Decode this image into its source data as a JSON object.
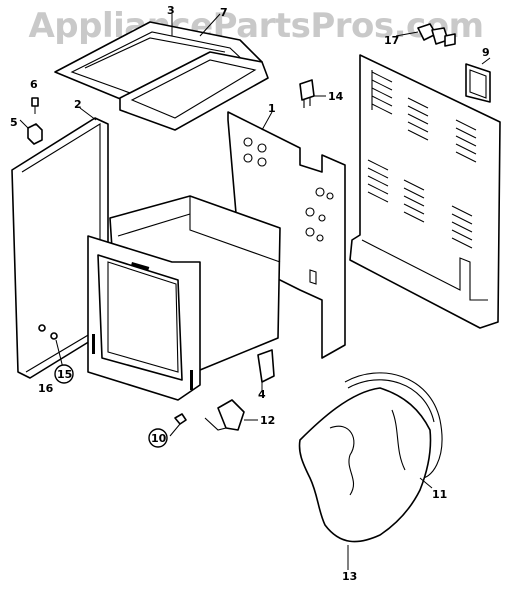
{
  "watermark": "AppliancePartsPros.com",
  "callouts": {
    "c1": "1",
    "c2": "2",
    "c3": "3",
    "c4": "4",
    "c5": "5",
    "c6": "6",
    "c7": "7",
    "c9": "9",
    "c10": "10",
    "c11": "11",
    "c12": "12",
    "c13": "13",
    "c14": "14",
    "c15": "15",
    "c16": "16",
    "c17": "17"
  }
}
